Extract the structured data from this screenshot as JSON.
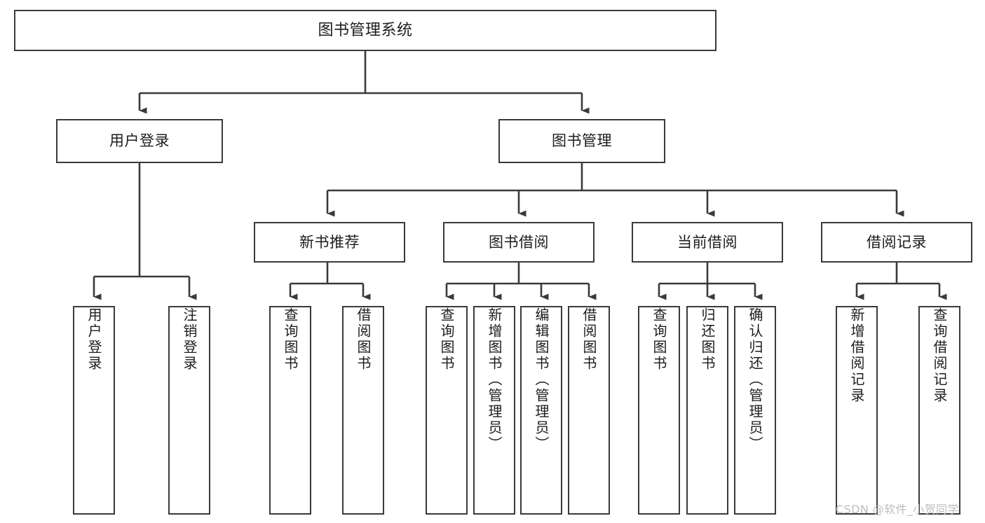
{
  "diagram": {
    "title": "图书管理系统",
    "type": "tree-hierarchy-chart",
    "watermark": "CSDN @软件_小贺同学",
    "colors": {
      "stroke": "#3a3a3a",
      "fill": "#ffffff",
      "text": "#1d1d1d",
      "watermark": "#bdbdbd"
    },
    "nodes": {
      "root": {
        "label": "图书管理系统"
      },
      "level2": [
        {
          "id": "user-login",
          "label": "用户登录"
        },
        {
          "id": "book-manage",
          "label": "图书管理"
        }
      ],
      "level3": [
        {
          "id": "new-book-recommend",
          "label": "新书推荐"
        },
        {
          "id": "book-borrow",
          "label": "图书借阅"
        },
        {
          "id": "current-borrow",
          "label": "当前借阅"
        },
        {
          "id": "borrow-record",
          "label": "借阅记录"
        }
      ],
      "leaves": {
        "user-login": [
          {
            "id": "leaf-user-login",
            "label": "用户登录"
          },
          {
            "id": "leaf-logout-login",
            "label": "注销登录"
          }
        ],
        "new-book-recommend": [
          {
            "id": "leaf-query-book-1",
            "label": "查询图书"
          },
          {
            "id": "leaf-borrow-book-1",
            "label": "借阅图书"
          }
        ],
        "book-borrow": [
          {
            "id": "leaf-query-book-2",
            "label": "查询图书"
          },
          {
            "id": "leaf-add-book",
            "label": "新增图书（管理员）"
          },
          {
            "id": "leaf-edit-book",
            "label": "编辑图书（管理员）"
          },
          {
            "id": "leaf-borrow-book-2",
            "label": "借阅图书"
          }
        ],
        "current-borrow": [
          {
            "id": "leaf-query-book-3",
            "label": "查询图书"
          },
          {
            "id": "leaf-return-book",
            "label": "归还图书"
          },
          {
            "id": "leaf-confirm-return",
            "label": "确认归还（管理员）"
          }
        ],
        "borrow-record": [
          {
            "id": "leaf-add-record",
            "label": "新增借阅记录"
          },
          {
            "id": "leaf-query-record",
            "label": "查询借阅记录"
          }
        ]
      }
    }
  }
}
